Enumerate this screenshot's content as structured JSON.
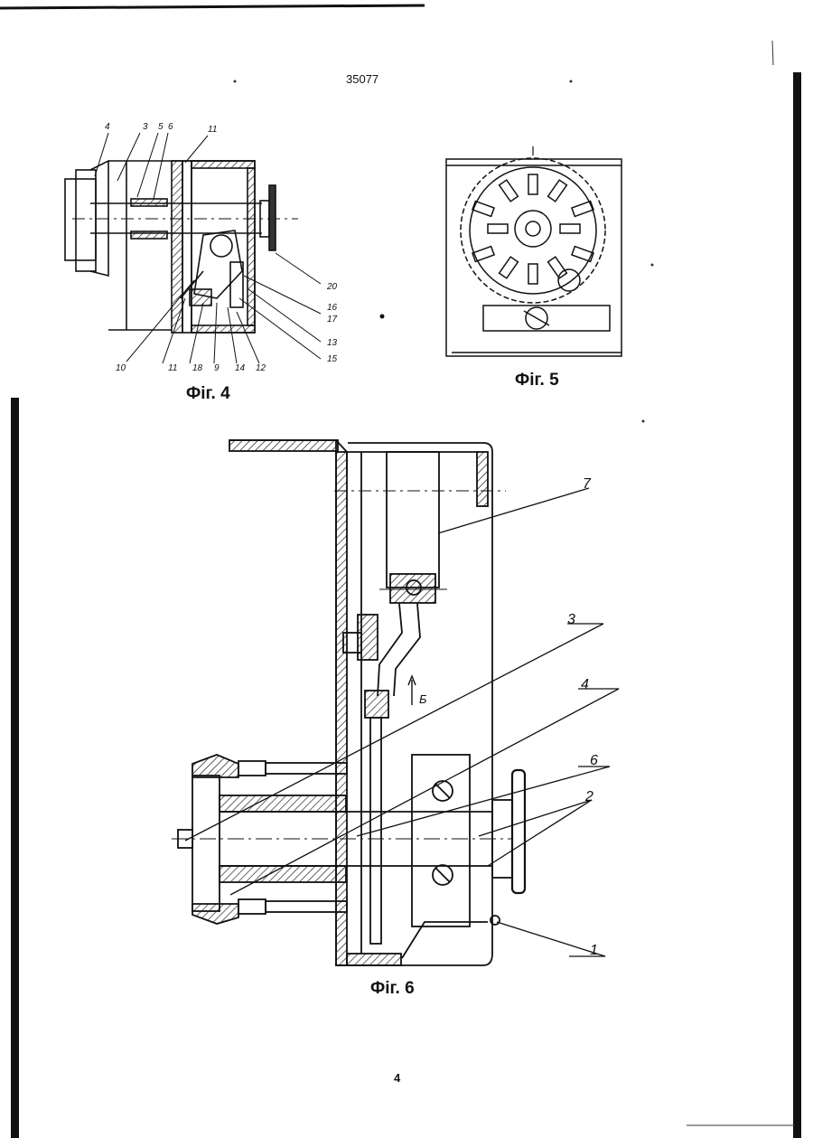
{
  "header": {
    "patent_number": "35077"
  },
  "footer": {
    "page_number": "4"
  },
  "figures": {
    "fig4": {
      "caption": "Фіг. 4",
      "callouts": [
        "4",
        "3",
        "5",
        "6",
        "11",
        "20",
        "16",
        "17",
        "13",
        "15",
        "10",
        "11",
        "18",
        "9",
        "14",
        "12"
      ]
    },
    "fig5": {
      "caption": "Фіг. 5"
    },
    "fig6": {
      "caption": "Фіг. 6",
      "callouts": [
        "7",
        "3",
        "4",
        "6",
        "2",
        "1"
      ],
      "section_mark": "Б"
    }
  }
}
